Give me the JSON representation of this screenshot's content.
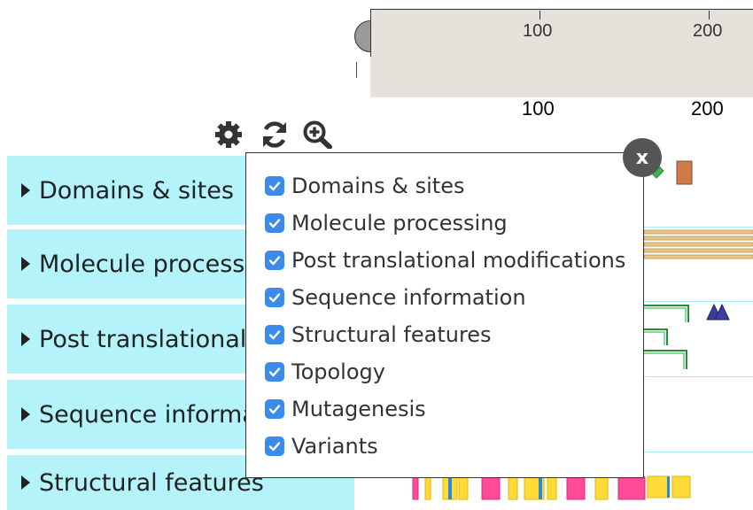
{
  "ruler": {
    "nav_labels": [
      "100",
      "200"
    ],
    "axis_labels": [
      "100",
      "200"
    ]
  },
  "toolbar": {
    "icons": [
      "gear-icon",
      "refresh-icon",
      "zoom-in-icon"
    ]
  },
  "categories": [
    {
      "label": "Domains & sites"
    },
    {
      "label": "Molecule processing"
    },
    {
      "label": "Post translational modifications"
    },
    {
      "label": "Sequence information"
    },
    {
      "label": "Structural features"
    }
  ],
  "popup": {
    "close_label": "x",
    "items": [
      {
        "label": "Domains & sites",
        "checked": true
      },
      {
        "label": "Molecule processing",
        "checked": true
      },
      {
        "label": "Post translational modifications",
        "checked": true
      },
      {
        "label": "Sequence information",
        "checked": true
      },
      {
        "label": "Structural features",
        "checked": true
      },
      {
        "label": "Topology",
        "checked": true
      },
      {
        "label": "Mutagenesis",
        "checked": true
      },
      {
        "label": "Variants",
        "checked": true
      }
    ]
  },
  "colors": {
    "category_bg": "#b4f3fa",
    "checkbox": "#3b8beb",
    "nav_band": "#e6e2db",
    "domain_feature": "#d07a4a",
    "site_feature": "#39b54a",
    "processing_feature": "#e8c88a",
    "ptm_feature": "#2e8b3c",
    "variant_marker": "#3a3f9a",
    "helix": "#ff4b9a",
    "strand": "#ffdb3a",
    "turn": "#2a8ad8"
  }
}
